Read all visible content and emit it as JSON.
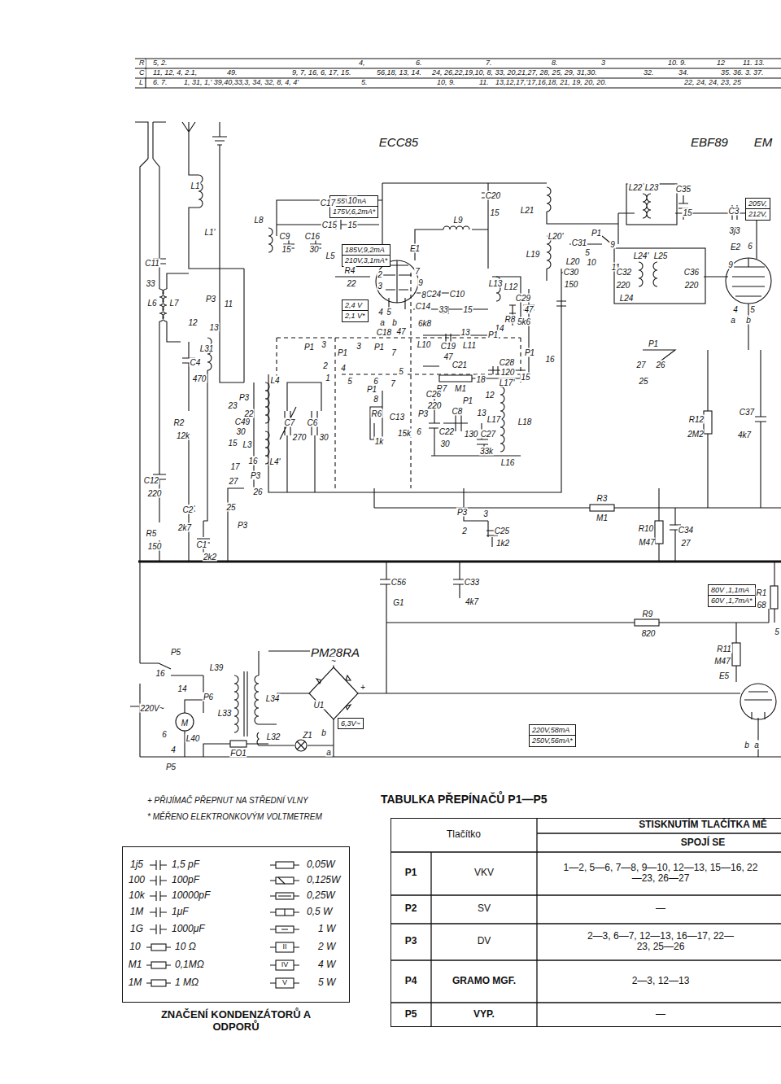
{
  "diagram": {
    "nodes": [
      {
        "text": [
          "155V,6mA",
          "175V,6,2mA*"
        ]
      },
      {
        "text": [
          "185V,9,2mA",
          "210V,3,1mA*"
        ]
      },
      {
        "text": [
          "2,4 V",
          "2,1 V*"
        ]
      },
      {
        "text": [
          "205V,",
          "212V,"
        ]
      },
      {
        "text": [
          "80V ,1,1mA",
          "60V ,1,7mA*"
        ]
      },
      {
        "text": [
          "220V,58mA",
          "250V,56mA*"
        ]
      },
      {
        "text": [
          "6,3V~"
        ]
      },
      {
        "text": [
          "TABULKA PŘEPÍNAČŮ P1—P5"
        ]
      },
      {
        "text": [
          "ZNAČENÍ KONDENZÁTORŮ A ODPORŮ"
        ]
      }
    ],
    "labels": [
      "R",
      "5, 2.",
      "4,",
      "6.",
      "7.",
      "8.",
      "3",
      "10. 9.",
      "12",
      "11. 13.",
      "C",
      "11, 12, 4, 2.1,",
      "49.",
      "9, 7, 16, 6, 17, 15.",
      "56,18, 13, 14.",
      "24, 26,22,19,10, 8, 33, 20,21,27, 28, 25, 29, 31,30.",
      "32.",
      "34.",
      "35. 36. 3. 37.",
      "L",
      "6. 7.",
      "1, 31, 1,' 39,40,33,3, 34, 32, 8, 4, 4'",
      "5.",
      "10, 9.",
      "11.",
      "13,12,17,'17,16,18, 21, 19, 20, 20.",
      "22, 24, 24, 23, 25",
      "ECC85",
      "EBF89",
      "EM",
      "L1",
      "L1'",
      "C17",
      "10",
      "C15",
      "15",
      "L8",
      "C9",
      "C16",
      "15",
      "30",
      "L5",
      "R4",
      "22",
      "E1",
      "C20",
      "15",
      "L9",
      "L21",
      "L20'",
      "C31",
      "L20",
      "C30",
      "150",
      "L19",
      "P1",
      "9",
      "11",
      "5",
      "10",
      "C11",
      "33",
      "L6",
      "L7",
      "P3",
      "11",
      "12",
      "13",
      "L31",
      "C4",
      "470",
      "R2",
      "12k",
      "C12",
      "220",
      "R5",
      "150",
      "C2",
      "2k7",
      "C1",
      "2k2",
      "P3",
      "23",
      "22",
      "C49",
      "30",
      "15",
      "L3",
      "16",
      "17",
      "27",
      "P3",
      "26",
      "25",
      "P3",
      "L4",
      "L4'",
      "C7",
      "270",
      "C6",
      "30",
      "P1",
      "3",
      "2",
      "1",
      "P1",
      "3",
      "4",
      "5",
      "P1",
      "7",
      "6",
      "5",
      "P1",
      "7",
      "8",
      "R6",
      "1k",
      "C13",
      "15k",
      "C18",
      "47",
      "C24",
      "C10",
      "C14",
      "33",
      "15",
      "6k8",
      "4",
      "5",
      "a",
      "b",
      "2",
      "3",
      "9",
      "8",
      "7",
      "L13",
      "L12",
      "C29",
      "47",
      "R8",
      "5k6",
      "14",
      "13",
      "P1",
      "L10",
      "C19",
      "47",
      "L11",
      "C21",
      "R7",
      "M1",
      "18",
      "C28",
      "120",
      "L17'",
      "P1",
      "16",
      "15",
      "C26",
      "220",
      "P1",
      "12",
      "13",
      "P3",
      "C8",
      "L17",
      "L18",
      "6",
      "C22",
      "130",
      "C27",
      "30",
      "33k",
      "L16",
      "P3",
      "3",
      "2",
      "C25",
      "1k2",
      "R3",
      "M1",
      "L22",
      "L23",
      "C35",
      "15",
      "L24'",
      "L25",
      "C32",
      "220",
      "C36",
      "220",
      "L24",
      "C3",
      "3j3",
      "E2",
      "6",
      "9",
      "4",
      "5",
      "a",
      "b",
      "P1",
      "27",
      "26",
      "25",
      "R12",
      "2M2",
      "C37",
      "4k7",
      "R10",
      "M47",
      "C34",
      "27",
      "C56",
      "G1",
      "C33",
      "4k7",
      "R9",
      "820",
      "R1",
      "68",
      "R11",
      "M47",
      "E5",
      "5",
      "PM28RA",
      "P5",
      "16",
      "14",
      "L39",
      "P6",
      "L33",
      "M",
      "L40",
      "FO1",
      "6",
      "4",
      "P5",
      "220V~",
      "L34",
      "U1",
      "+",
      "~",
      "L32",
      "Z1",
      "b",
      "a",
      "b",
      "a",
      "+ PŘIJÍMAČ PŘEPNUT NA STŘEDNÍ VLNY",
      "* MĚŘENO ELEKTRONKOVÝM VOLTMETREM",
      "1j5",
      "1,5 pF",
      "0,05W",
      "100",
      "100pF",
      "0,125W",
      "10k",
      "10000pF",
      "0,25W",
      "1M",
      "1μF",
      "0,5 W",
      "1G",
      "1000μF",
      "1 W",
      "10",
      "10 Ω",
      "II",
      "2 W",
      "M1",
      "0,1MΩ",
      "IV",
      "4 W",
      "1M",
      "1 MΩ",
      "V",
      "5 W",
      "Tlačítko",
      "STISKNUTÍM TLAČÍTKA MĚ",
      "SPOJÍ SE",
      "P1",
      "VKV",
      "1—2, 5—6, 7—8, 9—10, 12—13, 15—16, 22—23, 26—27",
      "P2",
      "SV",
      "—",
      "P3",
      "DV",
      "2—3, 6—7, 12—13, 16—17, 22—23, 25—26",
      "P4",
      "GRAMO MGF.",
      "2—3, 12—13",
      "P5",
      "VYP.",
      "—"
    ]
  }
}
